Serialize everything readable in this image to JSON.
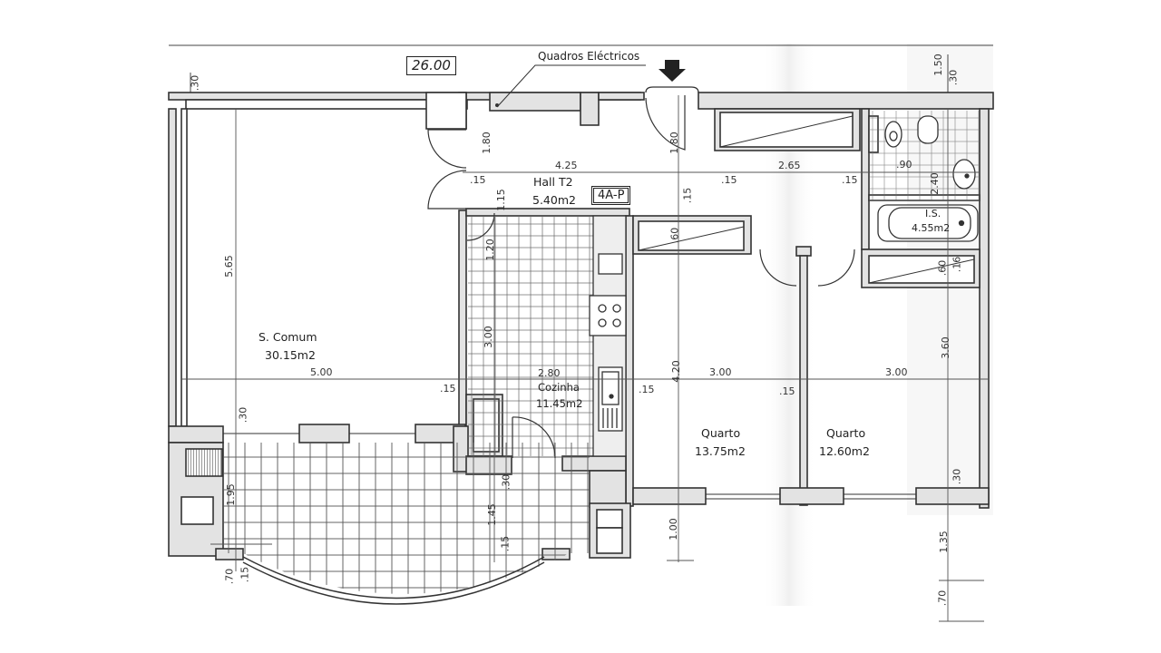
{
  "plan": {
    "overall_width": "26.00",
    "unit_code": "4A-P",
    "annotation": "Quadros Eléctricos"
  },
  "rooms": {
    "sala": {
      "name": "S. Comum",
      "area": "30.15m2"
    },
    "hall": {
      "name": "Hall T2",
      "area": "5.40m2"
    },
    "cozinha": {
      "name": "Cozinha",
      "area": "11.45m2"
    },
    "quarto1": {
      "name": "Quarto",
      "area": "13.75m2"
    },
    "quarto2": {
      "name": "Quarto",
      "area": "12.60m2"
    },
    "is": {
      "name": "I.S.",
      "area": "4.55m2"
    }
  },
  "dimensions": {
    "d_30_top_left": ".30",
    "d_180_left": "1.80",
    "d_015_hall": ".15",
    "d_115": "1.15",
    "d_425": "4.25",
    "d_180_mid": "1.80",
    "d_015_mid": ".15",
    "d_015_mid2": ".15",
    "d_265": "2.65",
    "d_015_right": ".15",
    "d_090": ".90",
    "d_240": "2.40",
    "d_150": "1.50",
    "d_30_top_right": ".30",
    "d_565": "5.65",
    "d_500": "5.00",
    "d_015_sala": ".15",
    "d_120": "1.20",
    "d_300_coz": "3.00",
    "d_280": "2.80",
    "d_060_a": ".60",
    "d_060_b": ".60",
    "d_016": ".16",
    "d_420": "4.20",
    "d_300_q1": "3.00",
    "d_015_q1": ".15",
    "d_015_q2": ".15",
    "d_300_q2": "3.00",
    "d_360": "3.60",
    "d_30_q2": ".30",
    "d_30_sala": ".30",
    "d_195": "1.95",
    "d_145": "1.45",
    "d_30_var": ".30",
    "d_115_var": ".15",
    "d_070_left": ".70",
    "d_015_left": ".15",
    "d_100": "1.00",
    "d_135": "1.35",
    "d_070_right": ".70"
  },
  "colors": {
    "wall": "#333333",
    "line": "#444444",
    "fill": "#d8d8d8",
    "paper": "#ffffff"
  }
}
